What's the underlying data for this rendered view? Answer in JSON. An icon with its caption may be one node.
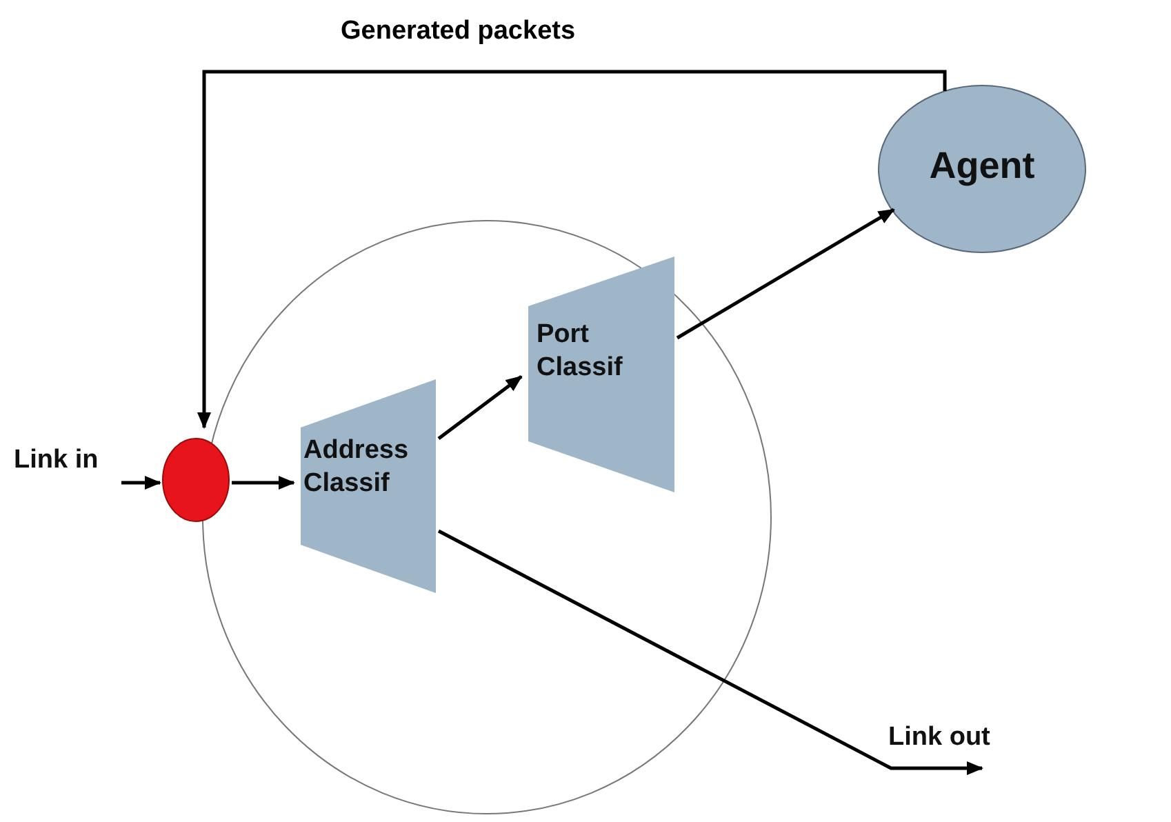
{
  "diagram": {
    "nodes": [
      {
        "text": [],
        "shape": "circle"
      },
      {
        "text": [],
        "shape": "circle"
      },
      {
        "text": [
          "Address Classif"
        ],
        "in": 0
      },
      {
        "text": [
          "Port Classif"
        ],
        "in": 0
      },
      {
        "text": [
          "Agent"
        ]
      },
      {
        "text": [
          "Link in"
        ]
      },
      {
        "text": [
          "Link out"
        ]
      }
    ],
    "edges": [
      {
        "from": 5,
        "to": 1,
        "arrow": "to"
      },
      {
        "from": 1,
        "to": 2,
        "arrow": "to"
      },
      {
        "from": 2,
        "to": 3,
        "arrow": "to"
      },
      {
        "from": 3,
        "to": 4,
        "arrow": "to"
      },
      {
        "from": 2,
        "to": 6,
        "arrow": "to"
      },
      {
        "from": 4,
        "to": 1,
        "arrow": "to",
        "label": "Generated packets"
      }
    ]
  }
}
